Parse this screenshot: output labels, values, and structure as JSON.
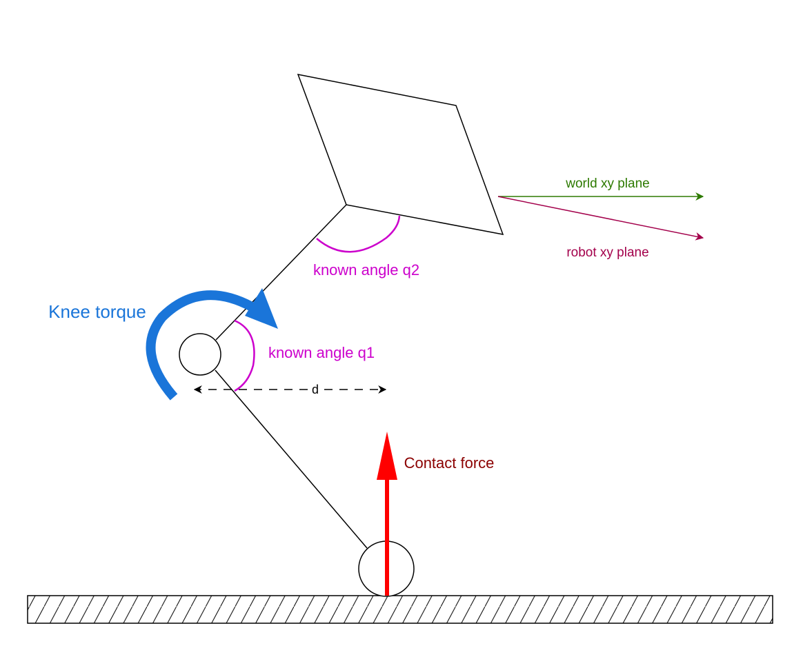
{
  "labels": {
    "world_plane": "world xy plane",
    "robot_plane": "robot xy plane",
    "angle_q2": "known angle q2",
    "angle_q1": "known angle q1",
    "knee_torque": "Knee torque",
    "distance": "d",
    "contact_force": "Contact force"
  },
  "colors": {
    "world_plane": "#2d7a00",
    "robot_plane": "#a3004b",
    "angle": "#cc00cc",
    "knee_torque": "#1a75d9",
    "contact_force_arrow": "#ff0000",
    "contact_force_text": "#8b0000",
    "line": "#000000"
  }
}
